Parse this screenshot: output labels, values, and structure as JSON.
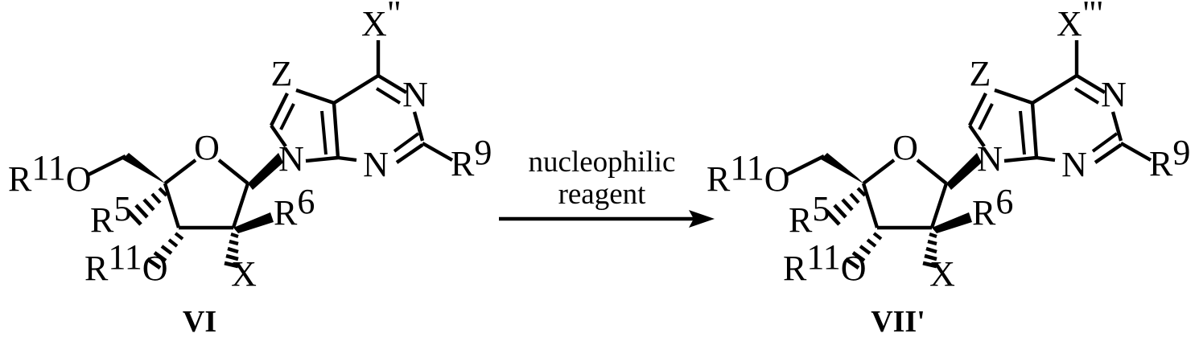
{
  "scheme": {
    "type": "chemical-reaction-scheme",
    "reactant": {
      "compound_label": "VI",
      "labels": {
        "x_top": "X",
        "x_top_prime": "\"",
        "z": "Z",
        "n7_ring": "N",
        "n1": "N",
        "n3": "N",
        "r9": "R",
        "r9_sup": "9",
        "ring_o": "O",
        "r11_top": "R",
        "r11_top_sup": "11",
        "o_top": "O",
        "r5": "R",
        "r5_sup": "5",
        "r11_bottom": "R",
        "r11_bottom_sup": "11",
        "o_bottom": "O",
        "r6": "R",
        "r6_sup": "6",
        "x_sugar": "X"
      }
    },
    "arrow": {
      "reagent_line1": "nucleophilic",
      "reagent_line2": "reagent",
      "direction": "right"
    },
    "product": {
      "compound_label": "VII'",
      "labels": {
        "x_top": "X",
        "x_top_prime": "\"'",
        "z": "Z",
        "n7_ring": "N",
        "n1": "N",
        "n3": "N",
        "r9": "R",
        "r9_sup": "9",
        "ring_o": "O",
        "r11_top": "R",
        "r11_top_sup": "11",
        "o_top": "O",
        "r5": "R",
        "r5_sup": "5",
        "r11_bottom": "R",
        "r11_bottom_sup": "11",
        "o_bottom": "O",
        "r6": "R",
        "r6_sup": "6",
        "x_sugar": "X"
      }
    },
    "colors": {
      "ink": "#000000",
      "background": "#ffffff"
    }
  }
}
